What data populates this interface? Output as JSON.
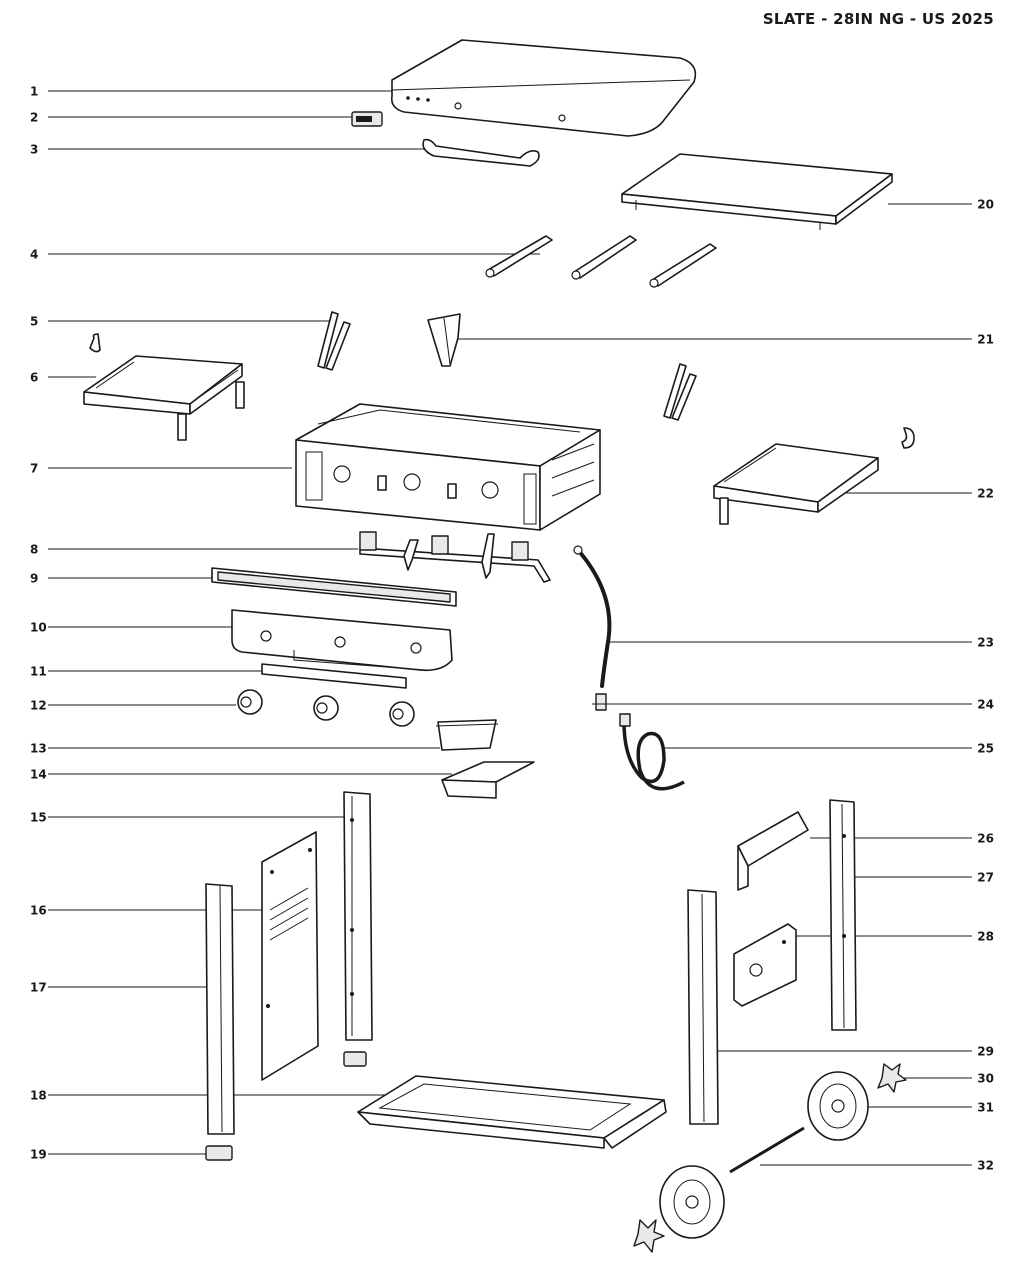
{
  "title": "SLATE - 28IN NG - US 2025",
  "callouts": [
    {
      "number": "1",
      "side": "left"
    },
    {
      "number": "2",
      "side": "left"
    },
    {
      "number": "3",
      "side": "left"
    },
    {
      "number": "4",
      "side": "left"
    },
    {
      "number": "5",
      "side": "left"
    },
    {
      "number": "6",
      "side": "left"
    },
    {
      "number": "7",
      "side": "left"
    },
    {
      "number": "8",
      "side": "left"
    },
    {
      "number": "9",
      "side": "left"
    },
    {
      "number": "10",
      "side": "left"
    },
    {
      "number": "11",
      "side": "left"
    },
    {
      "number": "12",
      "side": "left"
    },
    {
      "number": "13",
      "side": "left"
    },
    {
      "number": "14",
      "side": "left"
    },
    {
      "number": "15",
      "side": "left"
    },
    {
      "number": "16",
      "side": "left"
    },
    {
      "number": "17",
      "side": "left"
    },
    {
      "number": "18",
      "side": "left"
    },
    {
      "number": "19",
      "side": "left"
    },
    {
      "number": "20",
      "side": "right"
    },
    {
      "number": "21",
      "side": "right"
    },
    {
      "number": "22",
      "side": "right"
    },
    {
      "number": "23",
      "side": "right"
    },
    {
      "number": "24",
      "side": "right"
    },
    {
      "number": "25",
      "side": "right"
    },
    {
      "number": "26",
      "side": "right"
    },
    {
      "number": "27",
      "side": "right"
    },
    {
      "number": "28",
      "side": "right"
    },
    {
      "number": "29",
      "side": "right"
    },
    {
      "number": "30",
      "side": "right"
    },
    {
      "number": "31",
      "side": "right"
    },
    {
      "number": "32",
      "side": "right"
    }
  ]
}
